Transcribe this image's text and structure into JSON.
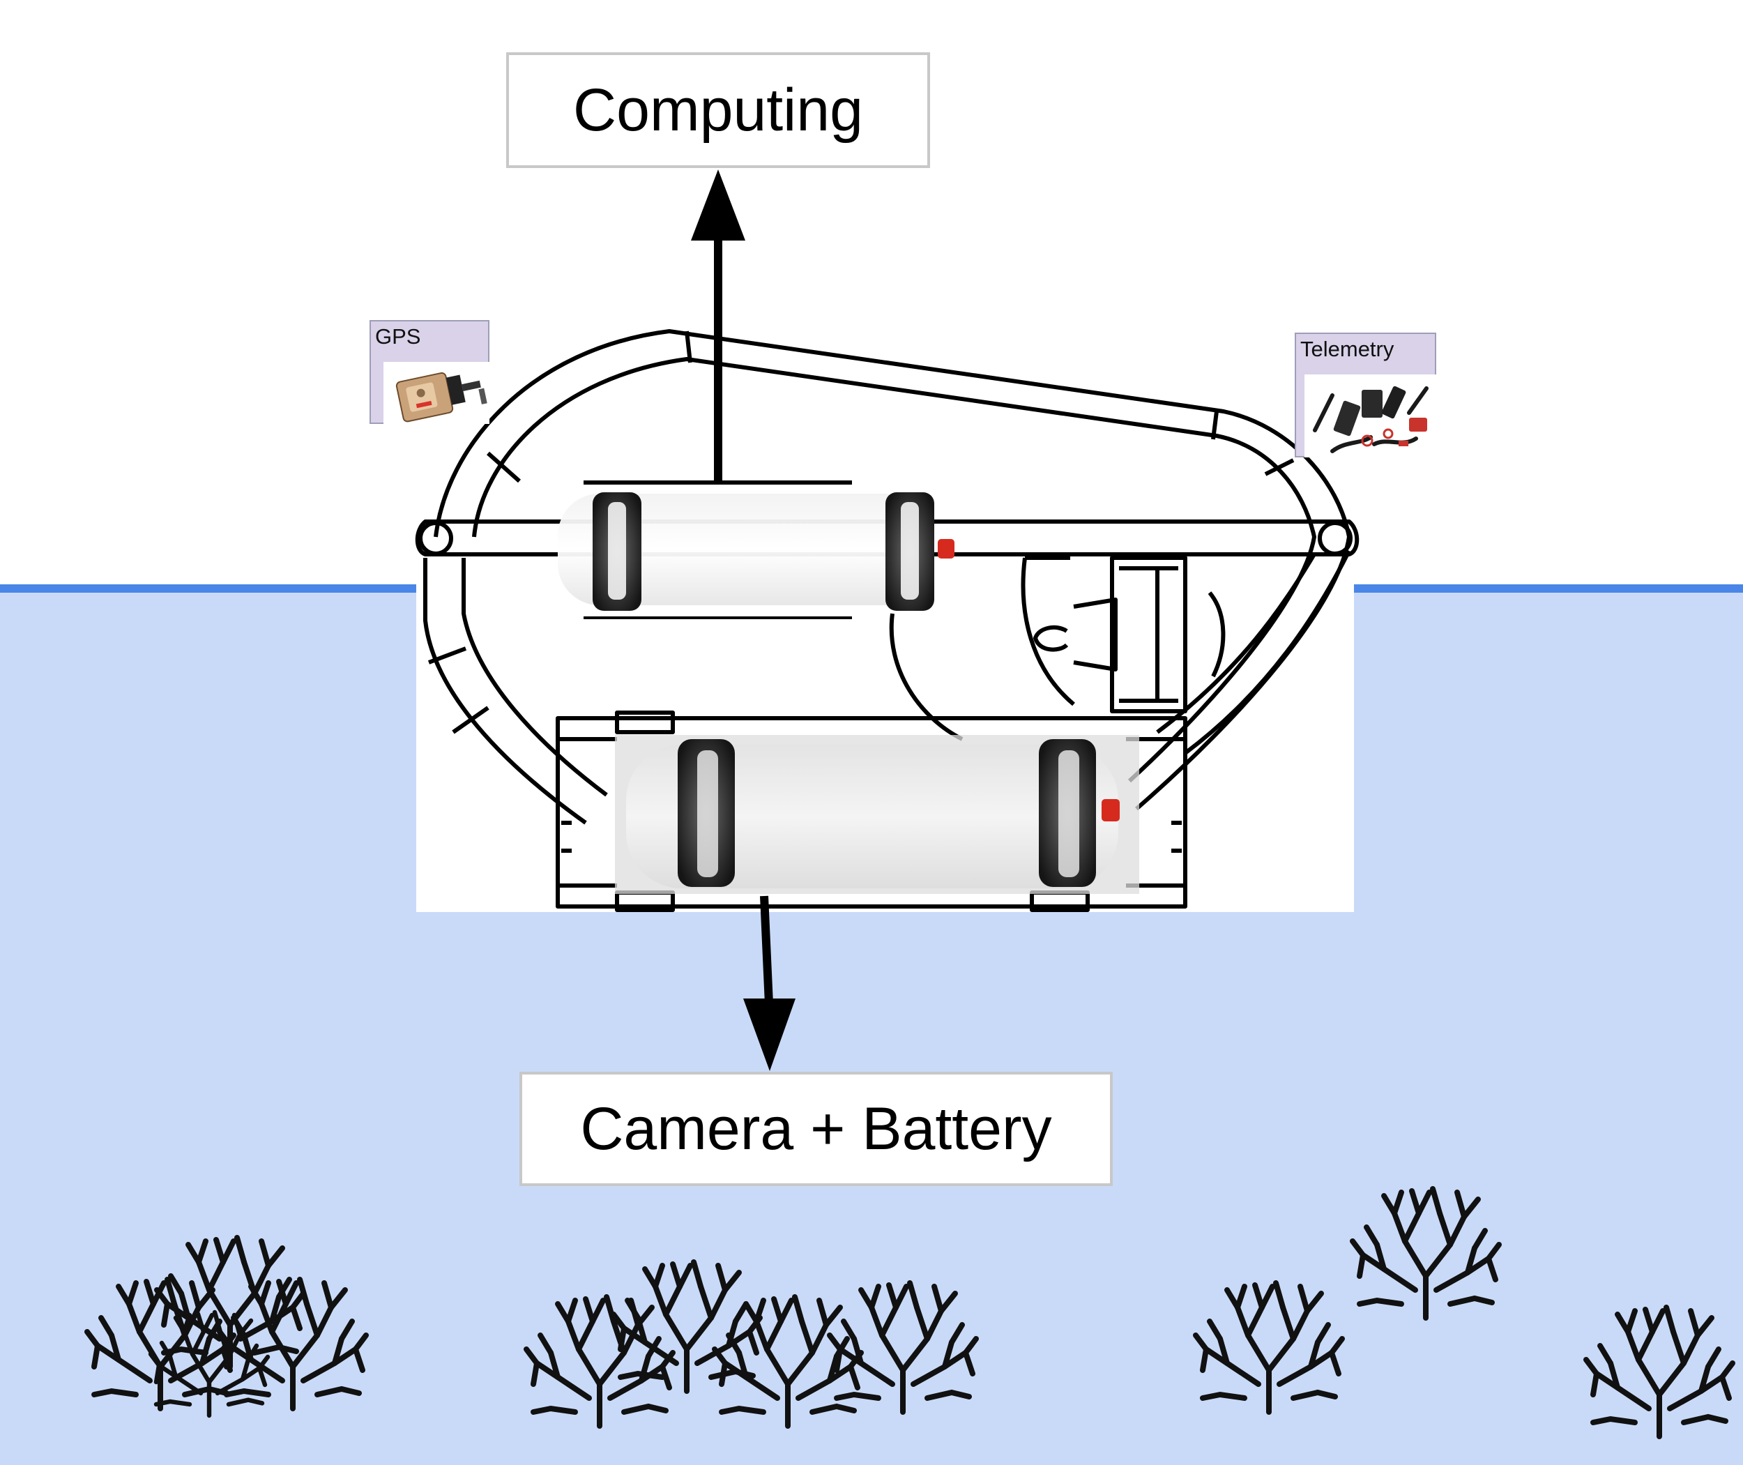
{
  "labels": {
    "computing": "Computing",
    "camera_battery": "Camera + Battery"
  },
  "components": {
    "gps": "GPS",
    "telemetry": "Telemetry"
  },
  "colors": {
    "water": "#c9daf8",
    "waterline": "#4a86e8",
    "frame_stroke": "#000000",
    "card_bg": "#d9d2e9",
    "box_border": "#c8c8c8",
    "valve_red": "#d62a1e",
    "coral": "#111111"
  },
  "icons": [
    "gps-module-icon",
    "telemetry-radio-kit-icon",
    "coral-icon",
    "arrow-up-icon",
    "arrow-down-icon"
  ]
}
